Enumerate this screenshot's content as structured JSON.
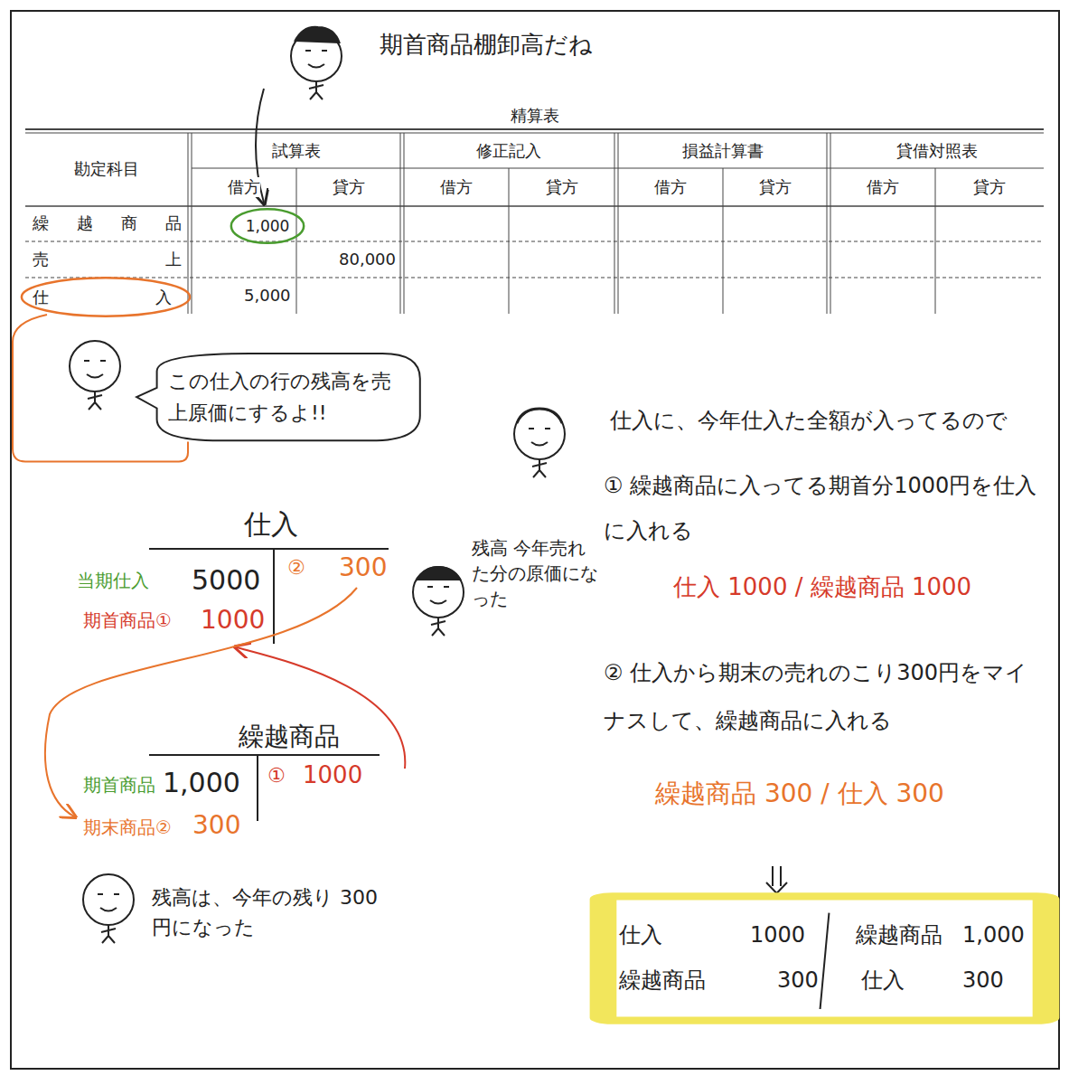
{
  "diagram": {
    "title": "精算表",
    "nodes": [
      {
        "text": [
          "1,000"
        ]
      },
      {
        "text": [
          "仕入"
        ]
      },
      {
        "text": [
          "この仕入の行の残高を売上原価にするよ!!"
        ]
      },
      {
        "text": [
          "仕入",
          "1000",
          "繰越商品",
          "1,000",
          "繰越商品",
          "300",
          "仕入",
          "300"
        ]
      }
    ],
    "edges": [
      {
        "from": 1,
        "to": 2,
        "arrow": "none"
      }
    ],
    "labels": [
      "期首商品棚卸高だね",
      "勘定科目",
      "試算表",
      "修正記入",
      "損益計算書",
      "貸借対照表",
      "借方",
      "貸方",
      "借方",
      "貸方",
      "借方",
      "貸方",
      "借方",
      "貸方",
      "繰越商品",
      "売上",
      "80,000",
      "5,000",
      "仕入に、今年仕入た全額が入ってるので",
      "① 繰越商品に入ってる期首分1000円を仕入に入れる",
      "仕入 1000 / 繰越商品 1000",
      "② 仕入から期末の売れのこり300円をマイナスして、繰越商品に入れる",
      "繰越商品 300 / 仕入 300",
      "仕入",
      "当期仕入",
      "5000",
      "期首商品①",
      "1000",
      "②",
      "300",
      "残高 今年売れた分の原価になった",
      "繰越商品",
      "期首商品",
      "1,000",
      "期末商品②",
      "300",
      "①",
      "1000",
      "残高は、今年の残り 300円になった"
    ]
  }
}
